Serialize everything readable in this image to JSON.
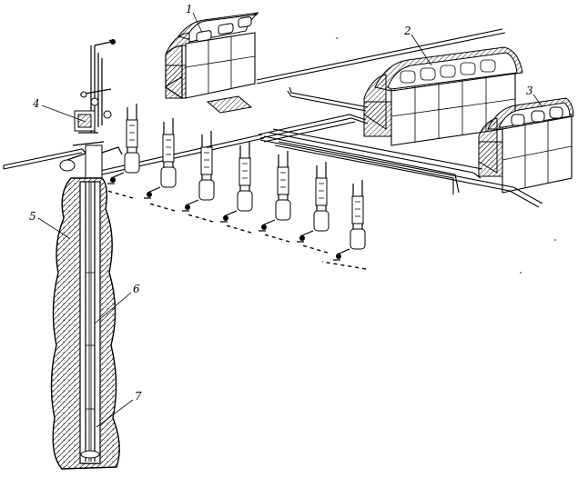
{
  "labels": {
    "greenhouse_small": "1",
    "greenhouse_large": "2",
    "greenhouse_right": "3",
    "wellhead": "4",
    "rock_formation": "5",
    "well_casing": "6",
    "well_bottom": "7"
  },
  "colors": {
    "ink": "#000000",
    "paper": "#ffffff"
  },
  "separator_count": 7
}
